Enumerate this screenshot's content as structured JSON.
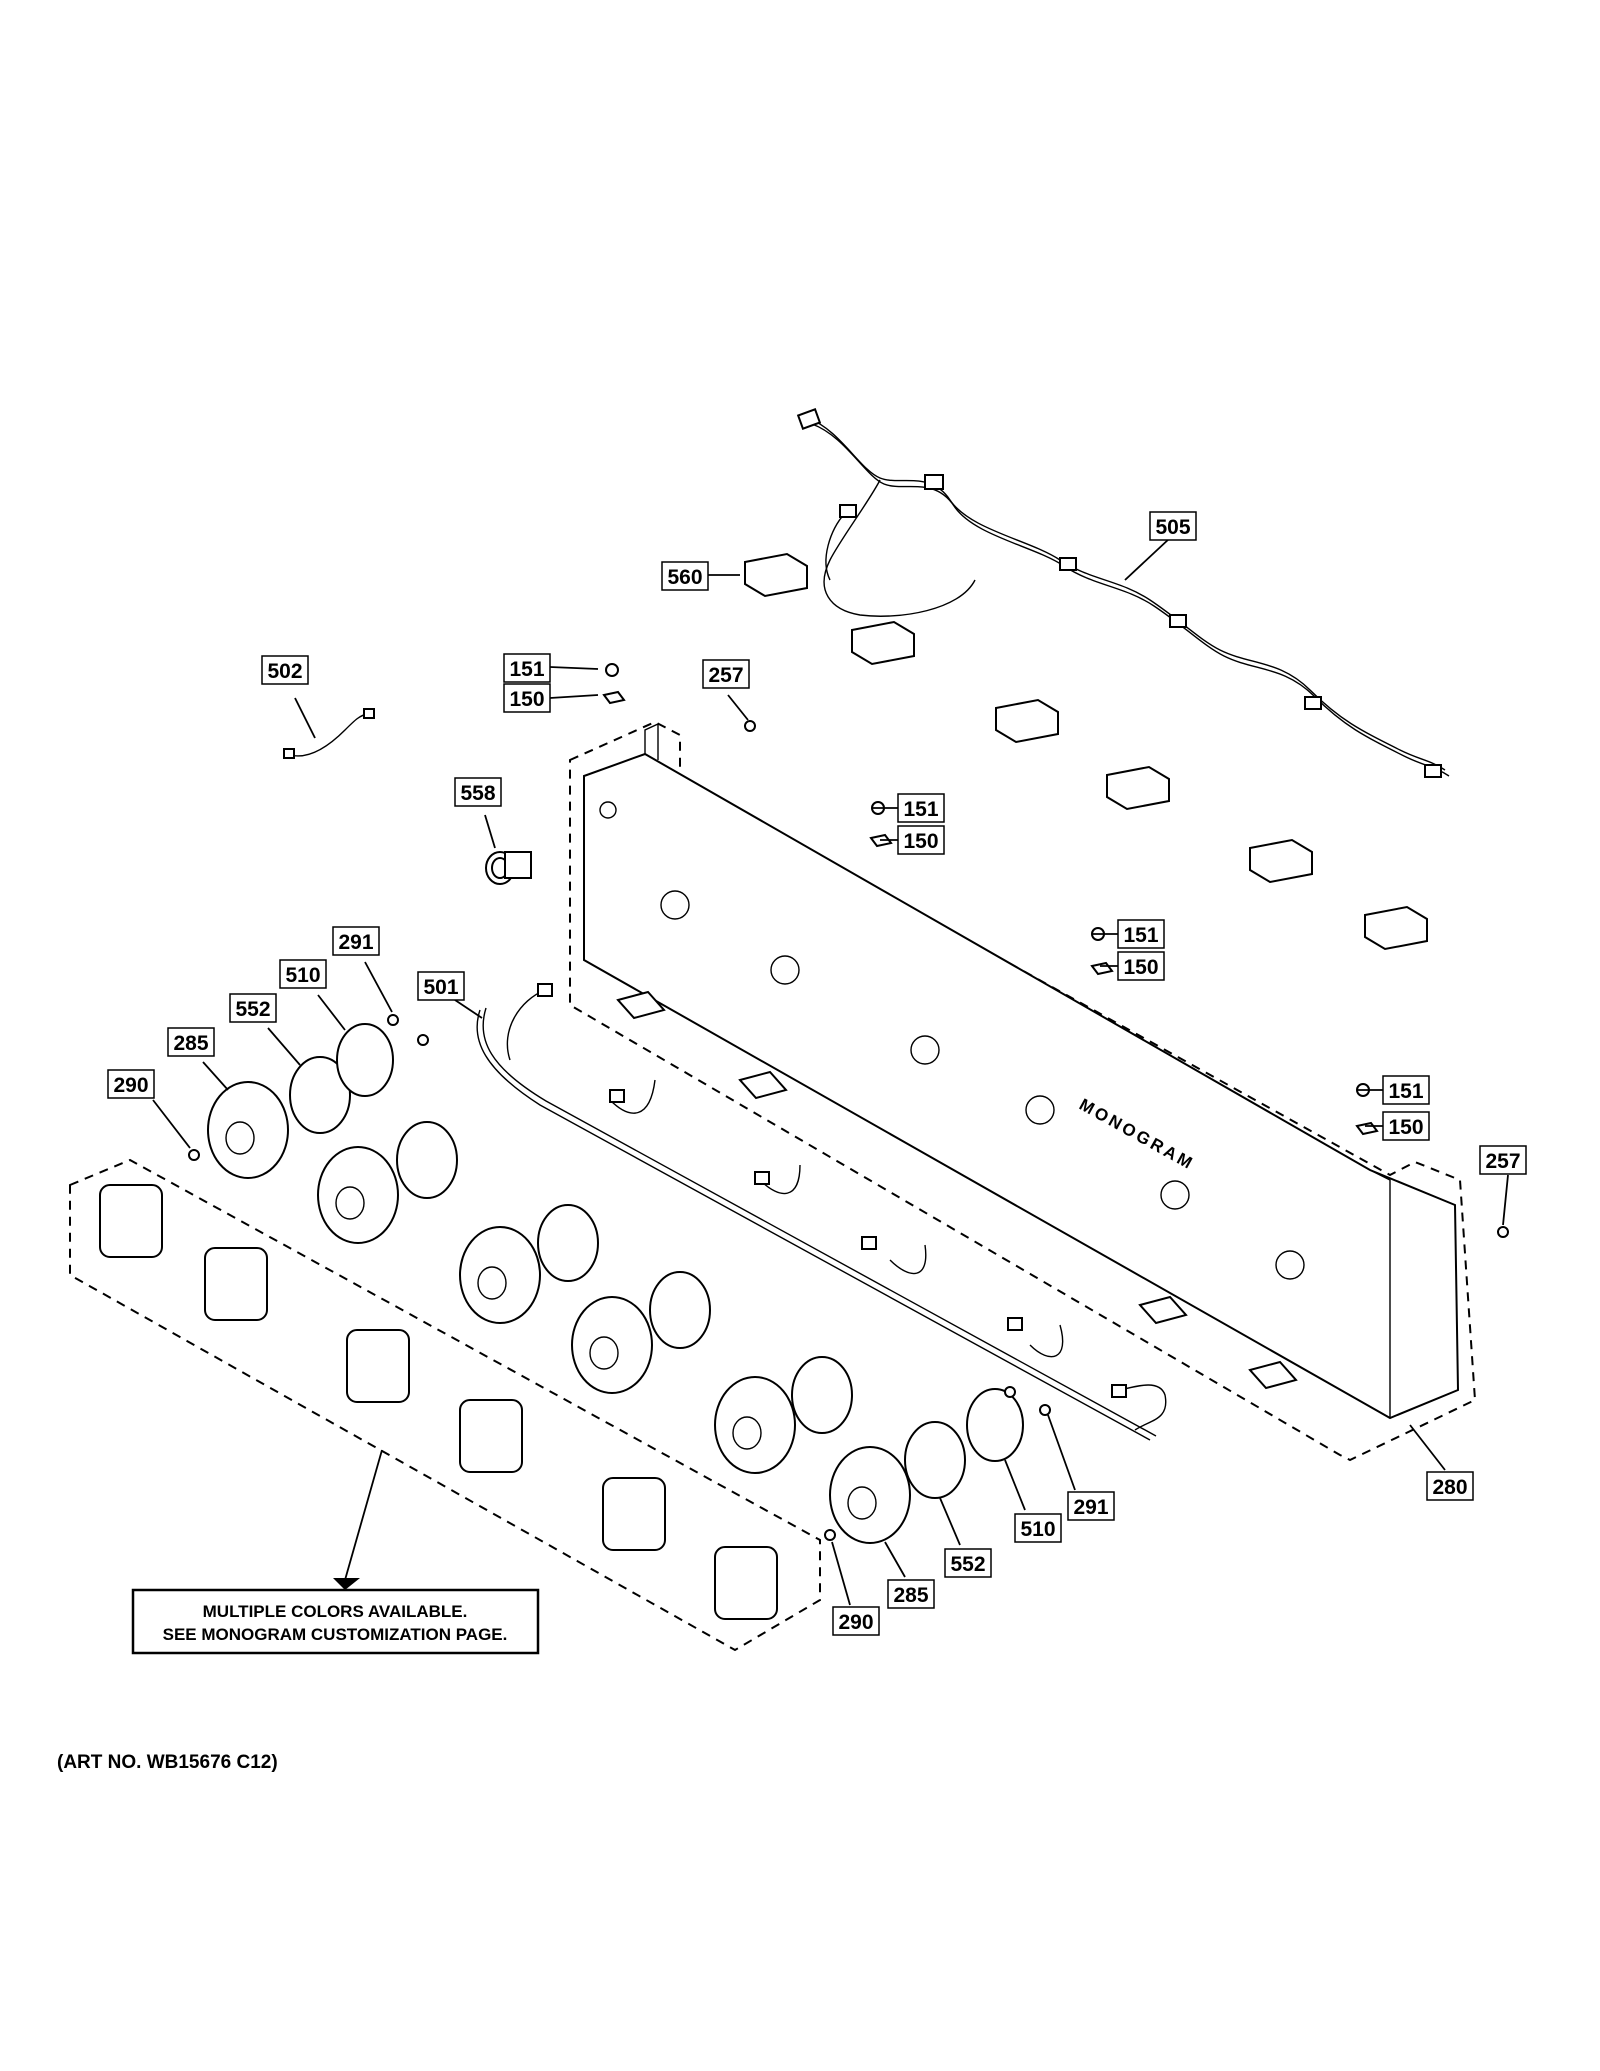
{
  "callouts": [
    {
      "id": "c505",
      "text": "505"
    },
    {
      "id": "c560",
      "text": "560"
    },
    {
      "id": "c502",
      "text": "502"
    },
    {
      "id": "c151a",
      "text": "151"
    },
    {
      "id": "c150a",
      "text": "150"
    },
    {
      "id": "c257a",
      "text": "257"
    },
    {
      "id": "c558",
      "text": "558"
    },
    {
      "id": "c151b",
      "text": "151"
    },
    {
      "id": "c150b",
      "text": "150"
    },
    {
      "id": "c151c",
      "text": "151"
    },
    {
      "id": "c150c",
      "text": "150"
    },
    {
      "id": "c291a",
      "text": "291"
    },
    {
      "id": "c510a",
      "text": "510"
    },
    {
      "id": "c552a",
      "text": "552"
    },
    {
      "id": "c285a",
      "text": "285"
    },
    {
      "id": "c501",
      "text": "501"
    },
    {
      "id": "c290a",
      "text": "290"
    },
    {
      "id": "c151d",
      "text": "151"
    },
    {
      "id": "c150d",
      "text": "150"
    },
    {
      "id": "c257b",
      "text": "257"
    },
    {
      "id": "c280",
      "text": "280"
    },
    {
      "id": "c291b",
      "text": "291"
    },
    {
      "id": "c510b",
      "text": "510"
    },
    {
      "id": "c552b",
      "text": "552"
    },
    {
      "id": "c285b",
      "text": "285"
    },
    {
      "id": "c290b",
      "text": "290"
    }
  ],
  "panel_brand": "MONOGRAM",
  "note": {
    "line1": "MULTIPLE COLORS AVAILABLE.",
    "line2": "SEE MONOGRAM CUSTOMIZATION PAGE."
  },
  "art_number": "(ART NO. WB15676 C12)"
}
